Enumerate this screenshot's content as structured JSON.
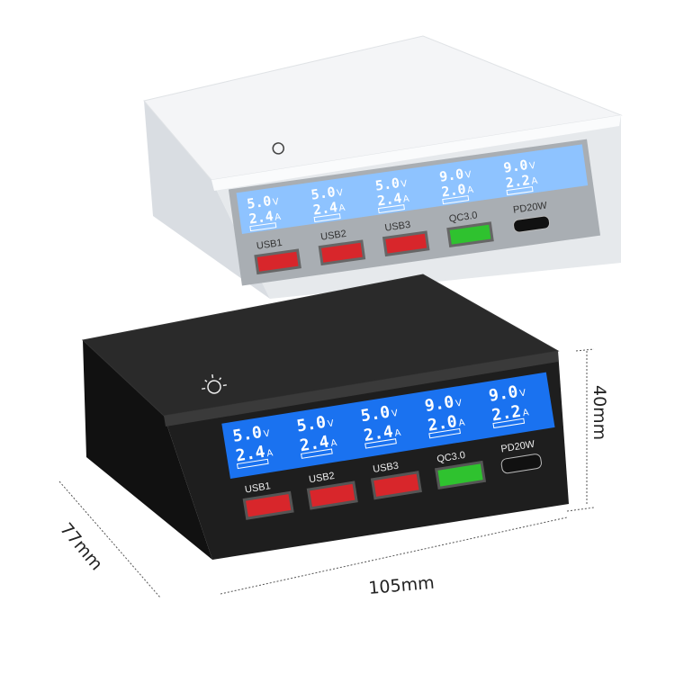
{
  "dimensions": {
    "height": "40mm",
    "depth": "77mm",
    "width": "105mm"
  },
  "colors": {
    "lcd": "#1a72f0",
    "usb_port": "#d8262b",
    "qc_port": "#2fc22f",
    "black_body": "#1c1c1c",
    "white_body": "#f2f4f6"
  },
  "black_charger": {
    "icon": "sun-light-icon",
    "channels": [
      {
        "voltage": "5.0",
        "current": "2.4",
        "port": "USB1"
      },
      {
        "voltage": "5.0",
        "current": "2.4",
        "port": "USB2"
      },
      {
        "voltage": "5.0",
        "current": "2.4",
        "port": "USB3"
      },
      {
        "voltage": "9.0",
        "current": "2.0",
        "port": "QC3.0"
      },
      {
        "voltage": "9.0",
        "current": "2.2",
        "port": "PD20W"
      }
    ],
    "volt_unit": "V",
    "amp_unit": "A"
  },
  "white_charger": {
    "icon": "sun-light-icon",
    "channels": [
      {
        "voltage": "5.0",
        "current": "2.4",
        "port": "USB1"
      },
      {
        "voltage": "5.0",
        "current": "2.4",
        "port": "USB2"
      },
      {
        "voltage": "5.0",
        "current": "2.4",
        "port": "USB3"
      },
      {
        "voltage": "9.0",
        "current": "2.0",
        "port": "QC3.0"
      },
      {
        "voltage": "9.0",
        "current": "2.2",
        "port": "PD20W"
      }
    ],
    "volt_unit": "V",
    "amp_unit": "A"
  }
}
